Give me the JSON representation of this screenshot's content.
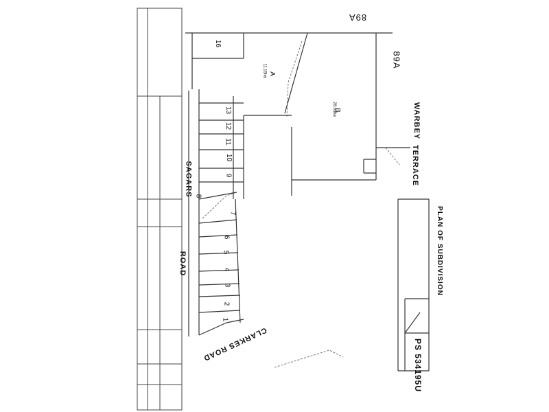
{
  "sheet": {
    "plan_title": "PLAN OF SUBDIVISION",
    "plan_number": "PS 534195U",
    "corner_top": "89A",
    "corner_right": "89A"
  },
  "roads": {
    "west": "SAGARS",
    "west_suffix": "ROAD",
    "south": "CLARKES ROAD",
    "east": "WARBEY",
    "east_suffix": "TERRACE"
  },
  "lots": [
    {
      "id": "16"
    },
    {
      "id": "A"
    },
    {
      "id": "B"
    },
    {
      "id": "13"
    },
    {
      "id": "12"
    },
    {
      "id": "11"
    },
    {
      "id": "10"
    },
    {
      "id": "9"
    },
    {
      "id": "8"
    },
    {
      "id": "7"
    },
    {
      "id": "6"
    },
    {
      "id": "5"
    },
    {
      "id": "4"
    },
    {
      "id": "3"
    },
    {
      "id": "2"
    },
    {
      "id": "1"
    }
  ],
  "lot_areas": {
    "A": "11.15ha",
    "B": "28.03ha"
  }
}
